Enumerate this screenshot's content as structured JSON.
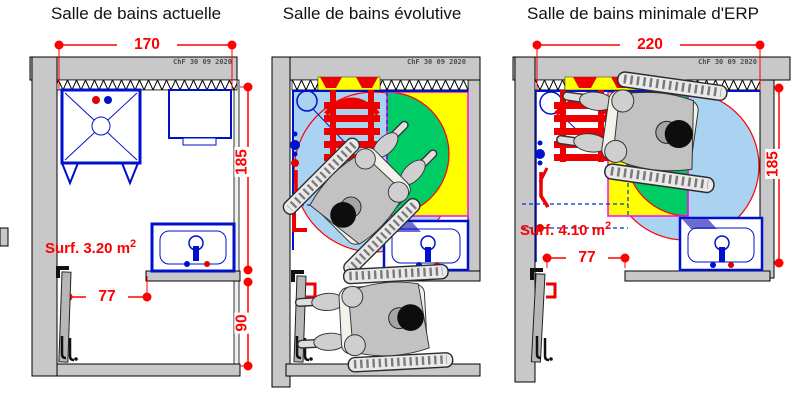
{
  "panels": [
    {
      "title": "Salle de bains actuelle",
      "watermark": "ChF 30 09 2020",
      "surface_label": "Surf. 3.20 m",
      "surface_exponent": "2",
      "dim_top_width": "170",
      "dim_room_depth": "185",
      "dim_below_room": "90",
      "dim_door_clearance": "77"
    },
    {
      "title": "Salle de bains évolutive",
      "watermark": "ChF 30 09 2020"
    },
    {
      "title": "Salle de bains minimale d'ERP",
      "watermark": "ChF 30 09 2020",
      "surface_label": "Surf. 4.10 m",
      "surface_exponent": "2",
      "dim_top_width": "220",
      "dim_room_depth": "185",
      "dim_door_clearance": "77"
    }
  ],
  "colors": {
    "dimension_red": "#ff0000",
    "fixture_blue": "#0011cc",
    "wall_gray": "#c8c8c8",
    "zone_yellow": "#ffff00",
    "zone_green": "#00cc66",
    "zone_light_blue": "#a9d3f1",
    "zone_border_magenta": "#ff00ff",
    "red_equipment": "#ee0000"
  }
}
